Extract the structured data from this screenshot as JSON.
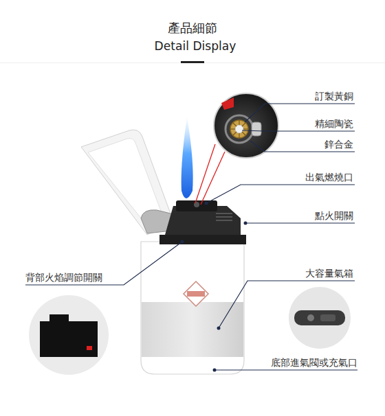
{
  "diagram": {
    "title": "產品細節",
    "labels": [
      "Detail Display",
      "訂製黃銅",
      "精細陶瓷",
      "鋅合金",
      "出氣燃燒口",
      "點火開關",
      "背部火焰調節開關",
      "大容量氣箱",
      "底部進氣閥或充氣口"
    ]
  }
}
